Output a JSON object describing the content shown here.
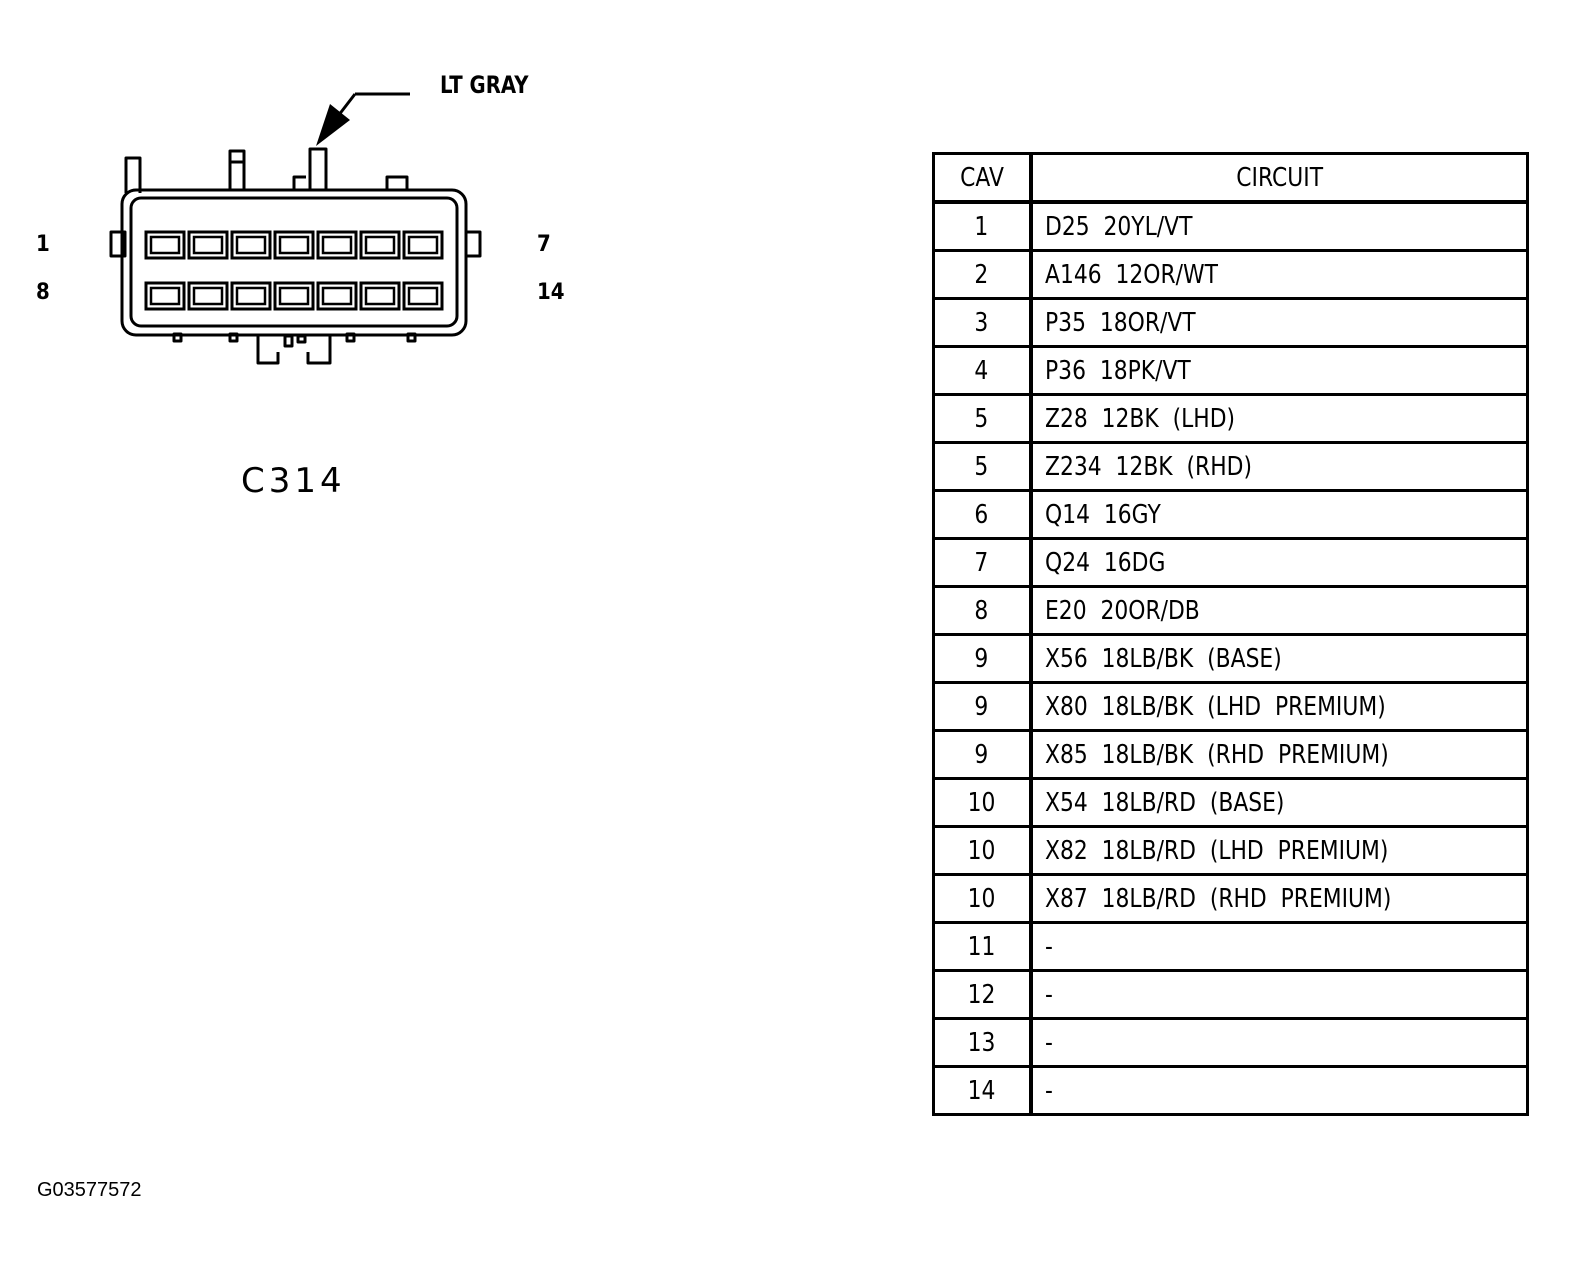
{
  "connector": {
    "id": "C314",
    "color_label": "LT GRAY",
    "pin_labels": {
      "top_left": "1",
      "top_right": "7",
      "bottom_left": "8",
      "bottom_right": "14"
    }
  },
  "table": {
    "headers": {
      "cav": "CAV",
      "circuit": "CIRCUIT"
    },
    "rows": [
      {
        "cav": "1",
        "circuit": "D25  20YL/VT"
      },
      {
        "cav": "2",
        "circuit": "A146  12OR/WT"
      },
      {
        "cav": "3",
        "circuit": "P35  18OR/VT"
      },
      {
        "cav": "4",
        "circuit": "P36  18PK/VT"
      },
      {
        "cav": "5",
        "circuit": "Z28  12BK  (LHD)"
      },
      {
        "cav": "5",
        "circuit": "Z234  12BK  (RHD)"
      },
      {
        "cav": "6",
        "circuit": "Q14  16GY"
      },
      {
        "cav": "7",
        "circuit": "Q24  16DG"
      },
      {
        "cav": "8",
        "circuit": "E20  20OR/DB"
      },
      {
        "cav": "9",
        "circuit": "X56  18LB/BK  (BASE)"
      },
      {
        "cav": "9",
        "circuit": "X80  18LB/BK  (LHD  PREMIUM)"
      },
      {
        "cav": "9",
        "circuit": "X85  18LB/BK  (RHD  PREMIUM)"
      },
      {
        "cav": "10",
        "circuit": "X54  18LB/RD  (BASE)"
      },
      {
        "cav": "10",
        "circuit": "X82  18LB/RD  (LHD  PREMIUM)"
      },
      {
        "cav": "10",
        "circuit": "X87  18LB/RD  (RHD  PREMIUM)"
      },
      {
        "cav": "11",
        "circuit": "-"
      },
      {
        "cav": "12",
        "circuit": "-"
      },
      {
        "cav": "13",
        "circuit": "-"
      },
      {
        "cav": "14",
        "circuit": "-"
      }
    ]
  },
  "figure_id": "G03577572"
}
